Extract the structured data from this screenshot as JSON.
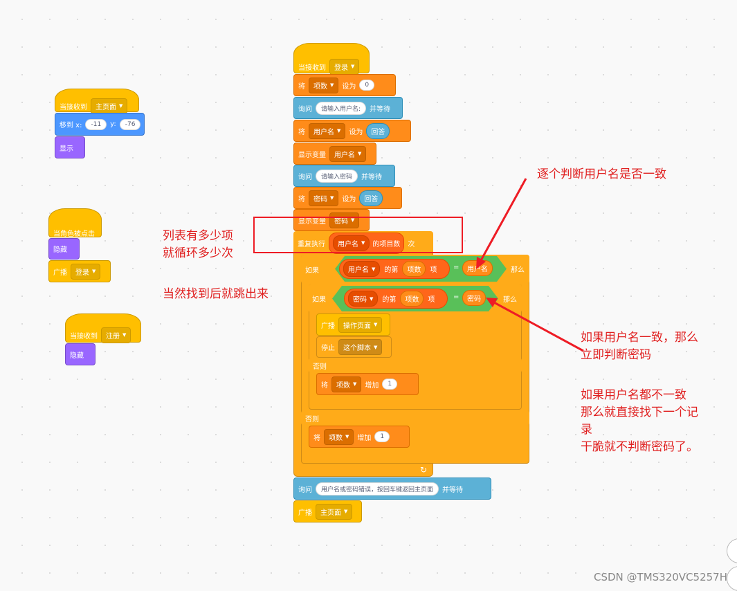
{
  "script1": {
    "hat": {
      "label": "当接收到",
      "message": "主页面"
    },
    "move": {
      "label": "移到 x:",
      "x": "-11",
      "ylabel": "y:",
      "y": "-76"
    },
    "show": "显示"
  },
  "script2": {
    "hat": "当角色被点击",
    "hide": "隐藏",
    "broadcast": {
      "label": "广播",
      "message": "登录"
    }
  },
  "script3": {
    "hat": {
      "label": "当接收到",
      "message": "注册"
    },
    "hide": "隐藏"
  },
  "main": {
    "hat": {
      "label": "当接收到",
      "message": "登录"
    },
    "set_index": {
      "a": "将",
      "var": "项数",
      "b": "设为",
      "value": "0"
    },
    "ask_user": {
      "a": "询问",
      "prompt": "请输入用户名:",
      "b": "并等待"
    },
    "set_user": {
      "a": "将",
      "var": "用户名",
      "b": "设为",
      "value": "回答"
    },
    "show_var_user": {
      "a": "显示变量",
      "var": "用户名"
    },
    "ask_pwd": {
      "a": "询问",
      "prompt": "请输入密码",
      "b": "并等待"
    },
    "set_pwd": {
      "a": "将",
      "var": "密码",
      "b": "设为",
      "value": "回答"
    },
    "show_var_pwd": {
      "a": "显示变量",
      "var": "密码"
    },
    "repeat": {
      "a": "重复执行",
      "list": "用户名",
      "b": "的项目数",
      "c": "次"
    },
    "if1": {
      "a": "如果",
      "list": "用户名",
      "of": "的第",
      "idx": "项数",
      "item": "项",
      "eq": "=",
      "var": "用户名",
      "then": "那么"
    },
    "if2": {
      "a": "如果",
      "list": "密码",
      "of": "的第",
      "idx": "项数",
      "item": "项",
      "eq": "=",
      "var": "密码",
      "then": "那么"
    },
    "broadcast_op": {
      "a": "广播",
      "message": "操作页面"
    },
    "stop": {
      "a": "停止",
      "option": "这个脚本"
    },
    "else1": "否则",
    "change1": {
      "a": "将",
      "var": "项数",
      "b": "增加",
      "value": "1"
    },
    "else2": "否则",
    "change2": {
      "a": "将",
      "var": "项数",
      "b": "增加",
      "value": "1"
    },
    "loop_arrow": "↻",
    "ask_err": {
      "a": "询问",
      "prompt": "用户名或密码错误，按回车键返回主页面",
      "b": "并等待"
    },
    "broadcast_home": {
      "a": "广播",
      "message": "主页面"
    }
  },
  "notes": {
    "n1_line1": "列表有多少项",
    "n1_line2": "就循环多少次",
    "n2": "当然找到后就跳出来",
    "n3": "逐个判断用户名是否一致",
    "n4_line1": "如果用户名一致，那么",
    "n4_line2": "立即判断密码",
    "n5_line1": "如果用户名都不一致",
    "n5_line2": "那么就直接找下一个记",
    "n5_line3": "录",
    "n5_line4": "干脆就不判断密码了。"
  },
  "watermark": "CSDN @TMS320VC5257H",
  "colors": {
    "event": "#ffbf00",
    "motion": "#4c97ff",
    "looks": "#9966ff",
    "sensing": "#5cb1d6",
    "variable": "#ff8c1a",
    "control": "#ffab19",
    "operator": "#59c059",
    "annotation": "#ee1c25"
  }
}
